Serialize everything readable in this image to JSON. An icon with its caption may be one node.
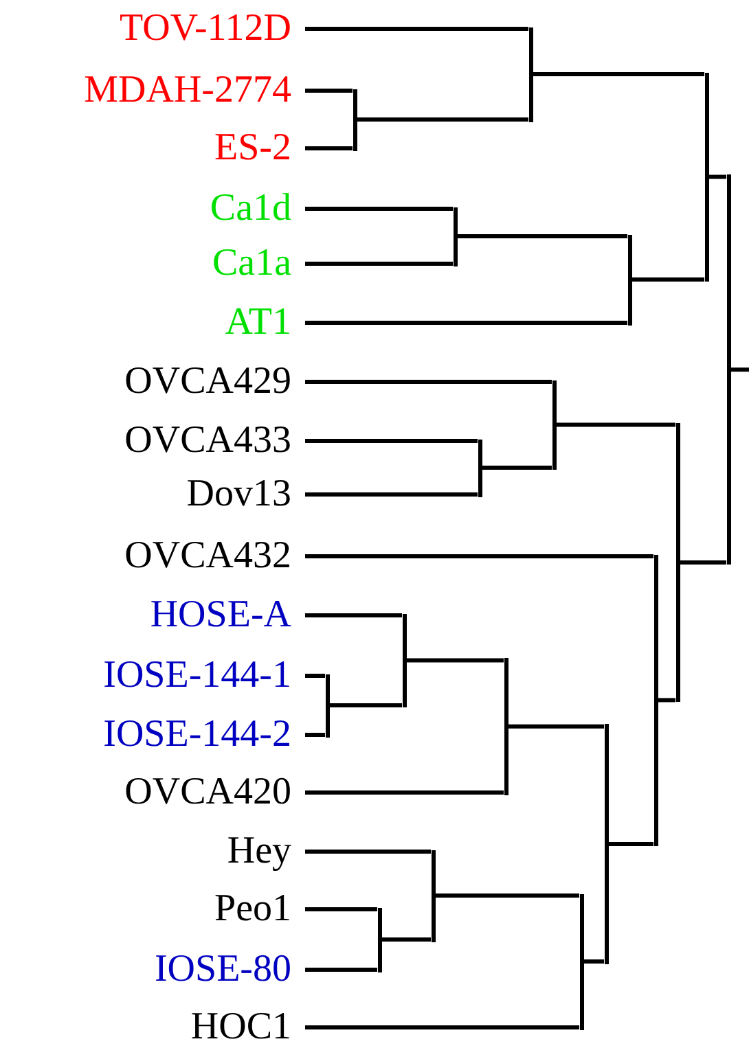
{
  "diagram": {
    "nodes": [
      {
        "text": [
          "TOV-112D"
        ]
      },
      {
        "text": [
          "MDAH-2774"
        ]
      },
      {
        "text": [
          "ES-2"
        ]
      },
      {
        "text": [
          "Ca1d"
        ]
      },
      {
        "text": [
          "Ca1a"
        ]
      },
      {
        "text": [
          "AT1"
        ]
      },
      {
        "text": [
          "OVCA429"
        ]
      },
      {
        "text": [
          "OVCA433"
        ]
      },
      {
        "text": [
          "Dov13"
        ]
      },
      {
        "text": [
          "OVCA432"
        ]
      },
      {
        "text": [
          "HOSE-A"
        ]
      },
      {
        "text": [
          "IOSE-144-1"
        ]
      },
      {
        "text": [
          "IOSE-144-2"
        ]
      },
      {
        "text": [
          "OVCA420"
        ]
      },
      {
        "text": [
          "Hey"
        ]
      },
      {
        "text": [
          "Peo1"
        ]
      },
      {
        "text": [
          "IOSE-80"
        ]
      },
      {
        "text": [
          "HOC1"
        ]
      },
      {
        "text": [],
        "shape": "bar"
      },
      {
        "text": [],
        "shape": "bar"
      },
      {
        "text": [],
        "shape": "bar"
      },
      {
        "text": [],
        "shape": "bar"
      },
      {
        "text": [],
        "shape": "bar"
      },
      {
        "text": [],
        "shape": "bar"
      },
      {
        "text": [],
        "shape": "bar"
      },
      {
        "text": [],
        "shape": "bar"
      },
      {
        "text": [],
        "shape": "bar"
      },
      {
        "text": [],
        "shape": "bar"
      },
      {
        "text": [],
        "shape": "bar"
      },
      {
        "text": [],
        "shape": "bar"
      },
      {
        "text": [],
        "shape": "bar"
      },
      {
        "text": [],
        "shape": "bar"
      },
      {
        "text": [],
        "shape": "bar"
      },
      {
        "text": [],
        "shape": "bar"
      },
      {
        "text": [],
        "shape": "bar"
      }
    ],
    "edges": [
      {
        "from": 18,
        "to": 1,
        "arrow": "none"
      },
      {
        "from": 18,
        "to": 2,
        "arrow": "none"
      },
      {
        "from": 19,
        "to": 0,
        "arrow": "none"
      },
      {
        "from": 19,
        "to": 18,
        "arrow": "none"
      },
      {
        "from": 20,
        "to": 3,
        "arrow": "none"
      },
      {
        "from": 20,
        "to": 4,
        "arrow": "none"
      },
      {
        "from": 21,
        "to": 20,
        "arrow": "none"
      },
      {
        "from": 21,
        "to": 5,
        "arrow": "none"
      },
      {
        "from": 22,
        "to": 19,
        "arrow": "none"
      },
      {
        "from": 22,
        "to": 21,
        "arrow": "none"
      },
      {
        "from": 23,
        "to": 7,
        "arrow": "none"
      },
      {
        "from": 23,
        "to": 8,
        "arrow": "none"
      },
      {
        "from": 24,
        "to": 6,
        "arrow": "none"
      },
      {
        "from": 24,
        "to": 23,
        "arrow": "none"
      },
      {
        "from": 25,
        "to": 11,
        "arrow": "none"
      },
      {
        "from": 25,
        "to": 12,
        "arrow": "none"
      },
      {
        "from": 26,
        "to": 10,
        "arrow": "none"
      },
      {
        "from": 26,
        "to": 25,
        "arrow": "none"
      },
      {
        "from": 27,
        "to": 26,
        "arrow": "none"
      },
      {
        "from": 27,
        "to": 13,
        "arrow": "none"
      },
      {
        "from": 28,
        "to": 15,
        "arrow": "none"
      },
      {
        "from": 28,
        "to": 16,
        "arrow": "none"
      },
      {
        "from": 29,
        "to": 14,
        "arrow": "none"
      },
      {
        "from": 29,
        "to": 28,
        "arrow": "none"
      },
      {
        "from": 30,
        "to": 29,
        "arrow": "none"
      },
      {
        "from": 30,
        "to": 17,
        "arrow": "none"
      },
      {
        "from": 31,
        "to": 27,
        "arrow": "none"
      },
      {
        "from": 31,
        "to": 30,
        "arrow": "none"
      },
      {
        "from": 32,
        "to": 9,
        "arrow": "none"
      },
      {
        "from": 32,
        "to": 31,
        "arrow": "none"
      },
      {
        "from": 33,
        "to": 24,
        "arrow": "none"
      },
      {
        "from": 33,
        "to": 32,
        "arrow": "none"
      },
      {
        "from": 34,
        "to": 22,
        "arrow": "none"
      },
      {
        "from": 34,
        "to": 33,
        "arrow": "none"
      },
      {
        "from": 34,
        "to": null,
        "arrow": "none"
      }
    ]
  }
}
